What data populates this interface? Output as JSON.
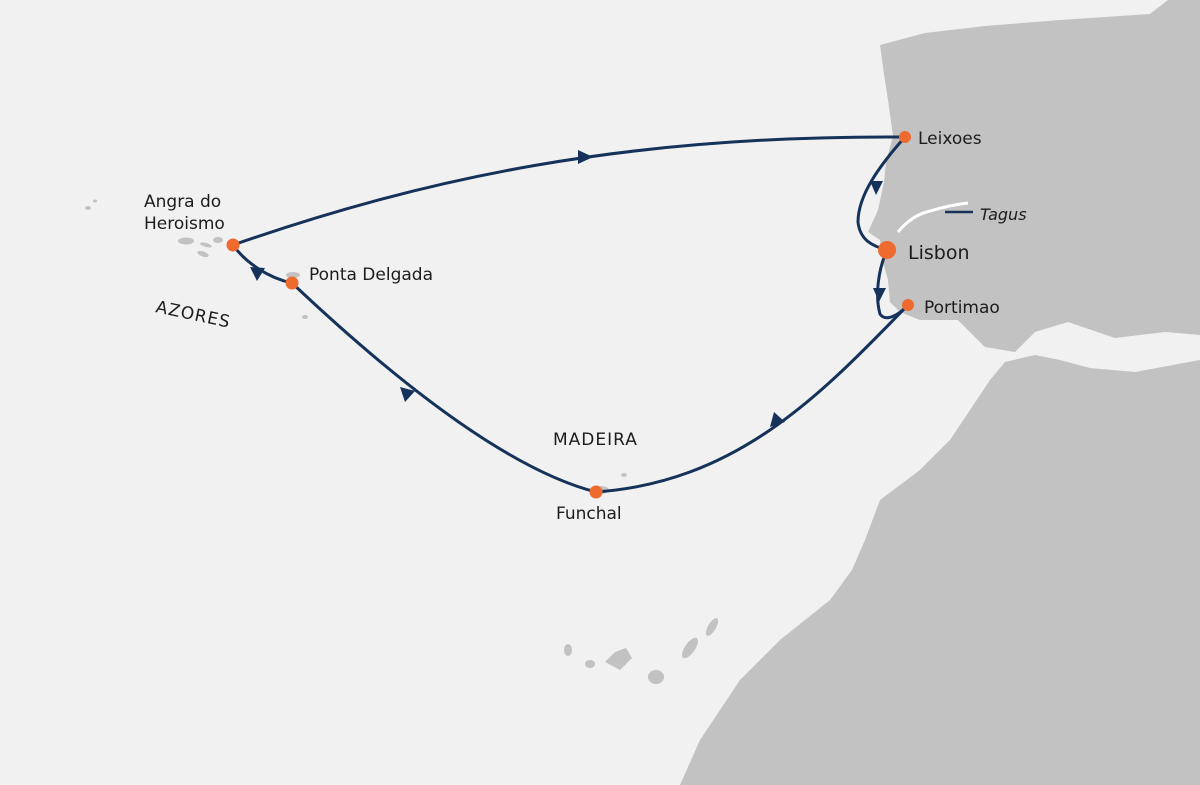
{
  "colors": {
    "sea": "#f1f1f1",
    "land": "#c2c2c2",
    "route": "#14325a",
    "port": "#ee6a2e",
    "river": "#ffffff"
  },
  "ports": {
    "leixoes": "Leixoes",
    "lisbon": "Lisbon",
    "portimao": "Portimao",
    "funchal": "Funchal",
    "ponta_delgada": "Ponta Delgada",
    "angra_line1": "Angra do",
    "angra_line2": "Heroismo"
  },
  "regions": {
    "azores": "AZORES",
    "madeira": "MADEIRA"
  },
  "river": {
    "name": "Tagus"
  }
}
